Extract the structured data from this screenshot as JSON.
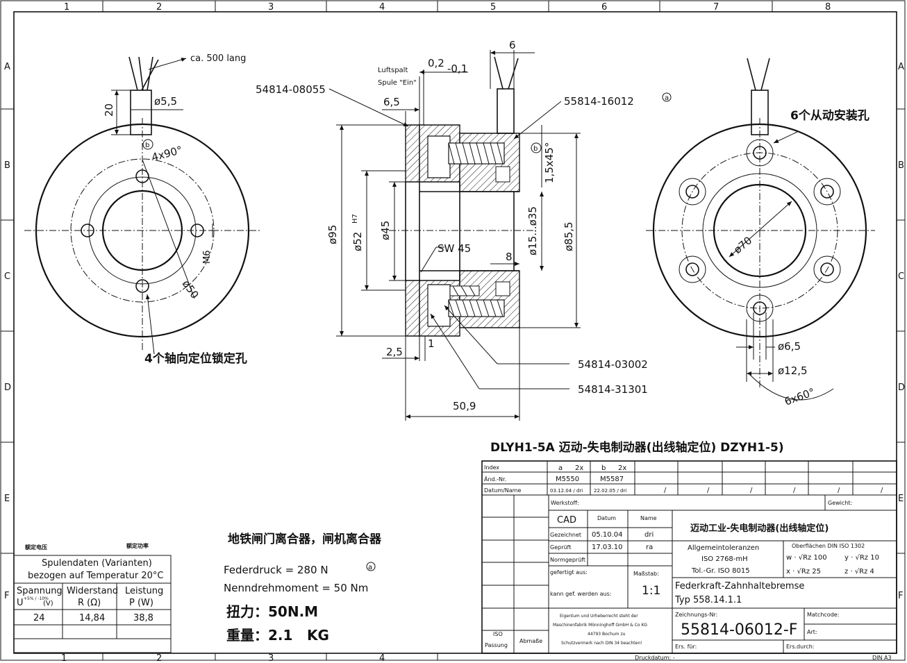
{
  "frame": {
    "col_numbers": [
      "1",
      "2",
      "3",
      "4",
      "5",
      "6",
      "7",
      "8"
    ],
    "bottom_col_numbers": [
      "1",
      "2",
      "3",
      "4"
    ],
    "row_letters": [
      "A",
      "B",
      "C",
      "D",
      "E",
      "F"
    ]
  },
  "left_view": {
    "cable_note": "ca. 500 lang",
    "d_cable": "ø5,5",
    "dim_20": "20",
    "mark_b": "b",
    "angle": "4x90°",
    "m6": "M6",
    "d50": "ø50",
    "note": "4个轴向定位锁定孔"
  },
  "section_view": {
    "part_08055": "54814-08055",
    "luftspalt": "Luftspalt",
    "spule": "Spule \"Ein\"",
    "tol_plus": "0,2",
    "tol_minus": "-0,1",
    "dim_6": "6",
    "part_16012": "55814-16012",
    "mark_a": "a",
    "dim_65": "6,5",
    "mark_b": "b",
    "chamfer": "1,5x45°",
    "d95": "ø95",
    "d52": "ø52",
    "h7": "H7",
    "d45": "ø45",
    "d15": "ø15...ø35",
    "d855": "ø85,5",
    "sw": "SW 45",
    "dim_8": "8",
    "dim_25": "2,5",
    "dim_1": "1",
    "part_03002": "54814-03002",
    "part_31301": "54814-31301",
    "dim_509": "50,9"
  },
  "right_view": {
    "note": "6个从动安装孔",
    "d70": "ø70",
    "d65": "ø6,5",
    "d125": "ø12,5",
    "angle": "6x60°"
  },
  "main_title": "DLYH1-5A 迈动-失电制动器(出线轴定位) DZYH1-5)",
  "left_table": {
    "label_voltage": "额定电压",
    "label_power": "额定功率",
    "header_line1": "Spulendaten (Varianten)",
    "header_line2": "bezogen auf Temperatur 20°C",
    "col1_a": "Spannung",
    "col1_b": "U",
    "col1_tol": "+5% / -10%",
    "col1_unit": "(V)",
    "col2_a": "Widerstand",
    "col2_b": "R (Ω)",
    "col3_a": "Leistung",
    "col3_b": "P (W)",
    "v": "24",
    "r": "14,84",
    "p": "38,8"
  },
  "specs": {
    "title": "地铁闸门离合器，闸机离合器",
    "federdruck": "Federdruck = 280 N",
    "moment": "Nenndrehmoment = 50 Nm",
    "torque": "扭力：50N.M",
    "weight_prefix": "重量：2.1",
    "weight_unit": "KG",
    "weight_color": "#e0141e",
    "mark_a": "a"
  },
  "title_block": {
    "index": "Index",
    "aend": "Änd.-Nr.",
    "datum_name": "Datum/Name",
    "idx_a": "a",
    "idx_a2": "2x",
    "idx_b": "b",
    "idx_b2": "2x",
    "aend_a": "M5550",
    "aend_b": "M5587",
    "date_a": "03.12.04 / dri",
    "date_b": "22.02.05 / dri",
    "slash": "/",
    "werkstoff": "Werkstoff:",
    "gewicht": "Gewicht:",
    "cad": "CAD",
    "datum": "Datum",
    "name": "Name",
    "gezeichnet": "Gezeichnet",
    "gez_date": "05.10.04",
    "gez_name": "dri",
    "geprueft": "Geprüft",
    "gep_date": "17.03.10",
    "gep_name": "ra",
    "normgeprueft": "Normgeprüft",
    "gefertigt": "gefertigt aus:",
    "kann": "kann gef. werden aus:",
    "massstab_label": "Maßstab:",
    "massstab": "1:1",
    "company_title": "迈动工业-失电制动器(出线轴定位)",
    "allg1": "Allgemeintoleranzen",
    "allg2": "ISO 2768-mH",
    "allg3": "Tol.-Gr. ISO 8015",
    "ober": "Oberflächen DIN ISO  1302",
    "rz100": "w · √Rz 100",
    "rz10": "y · √Rz 10",
    "rz25": "x · √Rz 25",
    "rz4": "z · √Rz 4",
    "federkraft": "Federkraft-Zahnhaltebremse",
    "typ": "Typ 558.14.1.1",
    "zeichnungs": "Zeichnungs-Nr:",
    "number": "55814-06012-F",
    "matchcode": "Matchcode:",
    "art": "Art:",
    "eigentum1": "Eigentum und Urheberrecht steht der",
    "eigentum2": "Maschinenfabrik Mönninghoff GmbH & Co KG",
    "eigentum3": "44793 Bochum zu",
    "eigentum4": "Schutzvermerk nach DIN 34 beachten!",
    "iso": "ISO",
    "passung": "Passung",
    "abmasse": "Abmaße",
    "ers_fuer": "Ers. für:",
    "ers_durch": "Ers.durch:",
    "druckdatum": "Druckdatum: -",
    "din": "DIN A3"
  }
}
